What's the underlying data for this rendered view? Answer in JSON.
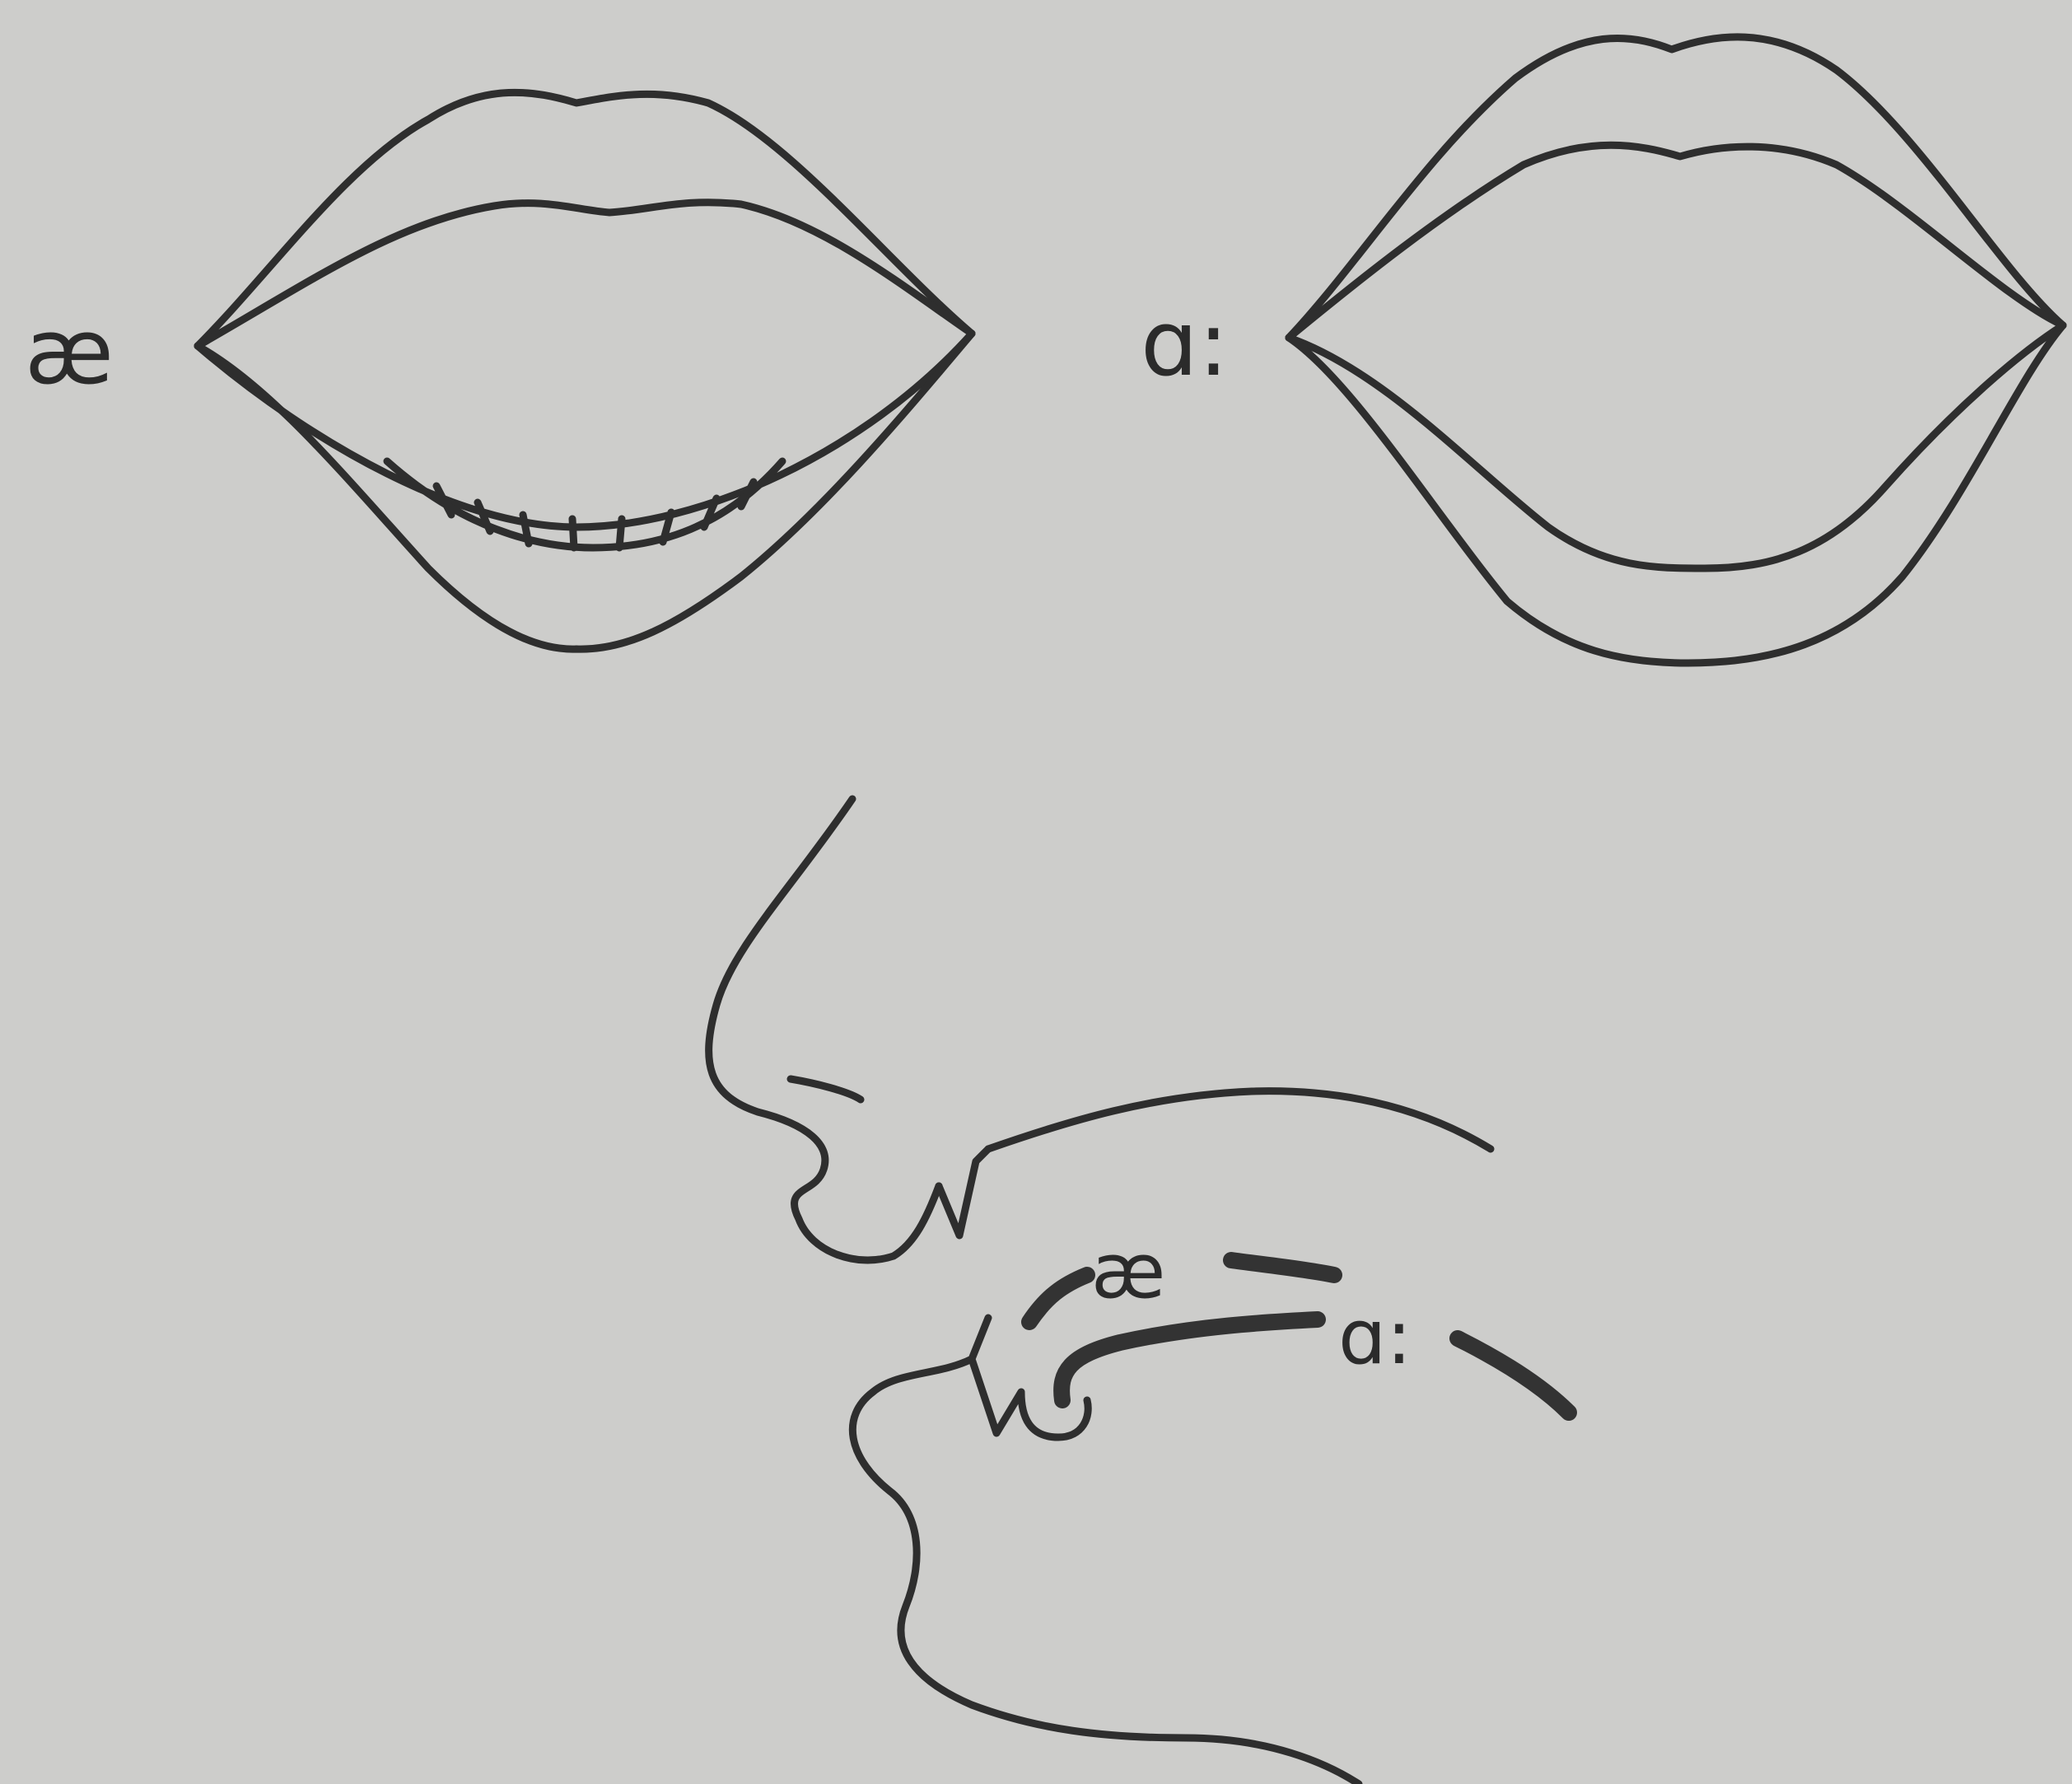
{
  "figure": {
    "labels": {
      "ae_lips": "æ",
      "a_lips": "ɑ:",
      "ae_tongue": "æ",
      "a_tongue": "ɑ:"
    },
    "colors": {
      "paper": "#cdcdcb",
      "ink": "#2e2e2e"
    },
    "parts": [
      "lips-spread-ae",
      "lips-open-a",
      "side-profile-tongue-positions"
    ]
  }
}
